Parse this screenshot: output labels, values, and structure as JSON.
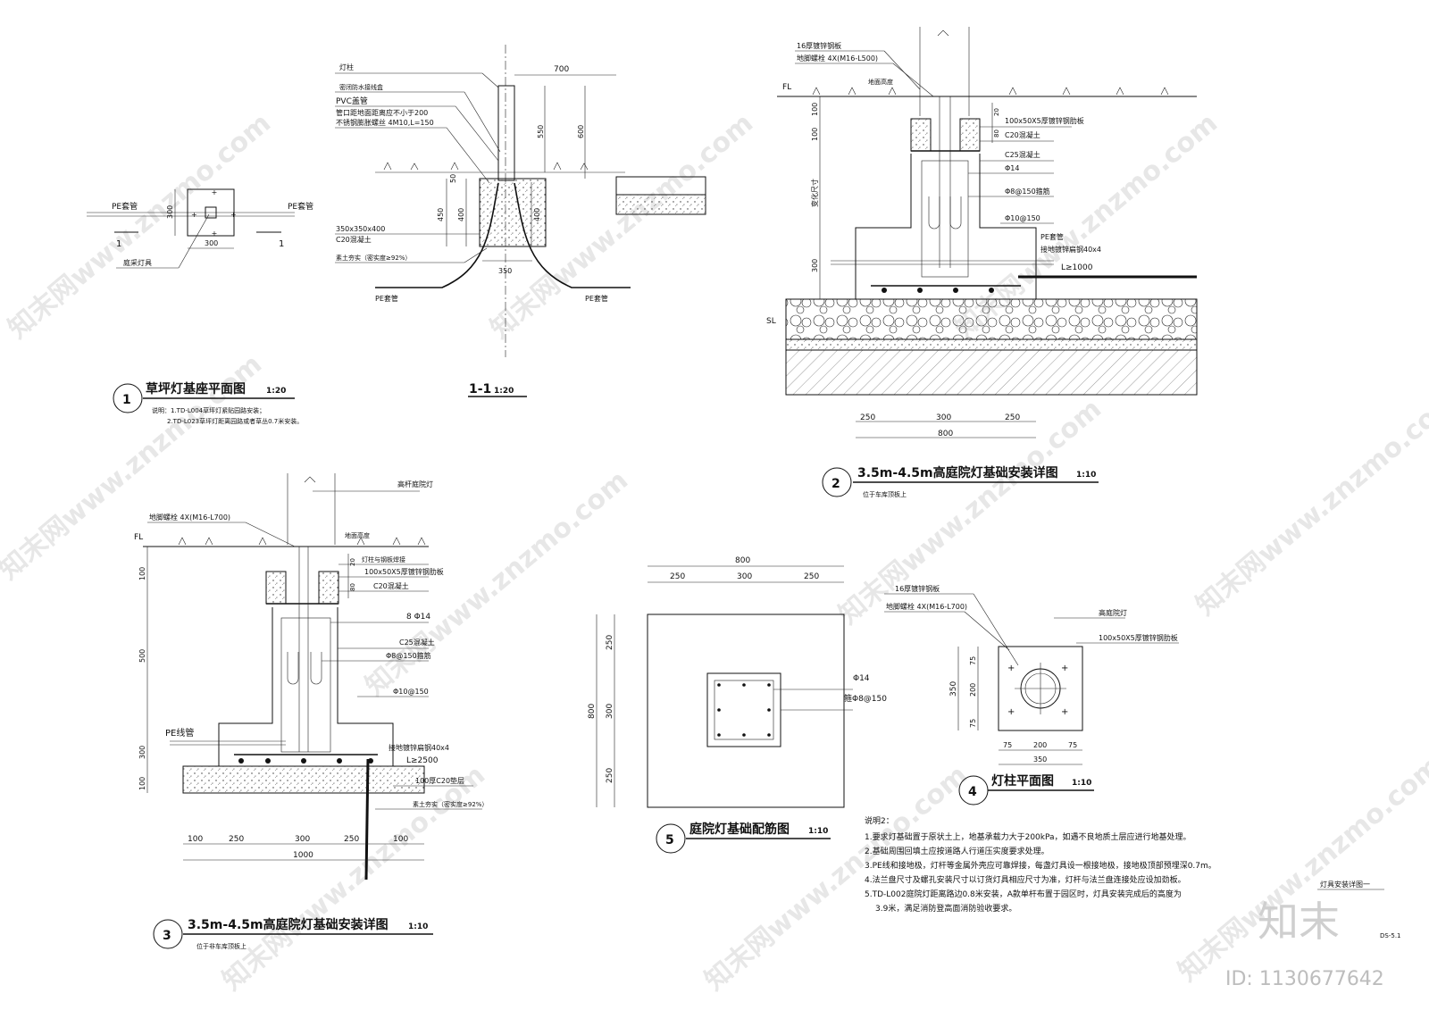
{
  "drawing": {
    "sheet_label": "灯具安装详图一",
    "sheet_no": "DS-5.1",
    "brand": "知末",
    "id_text": "ID: 1130677642",
    "watermark": "知末网www.znzmo.com"
  },
  "detail1": {
    "number": "1",
    "title": "草坪灯基座平面图",
    "scale": "1:20",
    "notes": [
      "说明：1.TD-L004草坪灯紧贴园路安装；",
      "2.TD-L023草坪灯距离园路或者草丛0.7米安装。"
    ],
    "labels": {
      "pe_left": "PE套管",
      "pe_right": "PE套管",
      "lamp": "庭采灯具",
      "dim_side": "300",
      "dim_bottom": "300",
      "section_left": "1",
      "section_right": "1"
    }
  },
  "detail_1_1": {
    "title": "1-1",
    "scale": "1:20",
    "labels": [
      "灯柱",
      "密闭防水接线盒",
      "PVC盖管",
      "管口距地面距离应不小于200",
      "不锈钢膨胀螺丝 4M10,L=150",
      "350x350x400",
      "C20混凝土",
      "素土夯实（密实度≥92%）",
      "PE套管",
      "PE套管"
    ],
    "dims": {
      "top": "700",
      "d550": "550",
      "d600": "600",
      "d50": "50",
      "d450": "450",
      "d400": "400",
      "d350": "350"
    }
  },
  "detail2": {
    "number": "2",
    "title": "3.5m-4.5m高庭院灯基础安装详图",
    "scale": "1:10",
    "sub": "位于车库顶板上",
    "labels": [
      "16厚镀锌钢板",
      "地脚螺栓 4X(M16-L500)",
      "地面高度",
      "100x50X5厚镀锌钢肋板",
      "C20混凝土",
      "C25混凝土",
      "Φ14",
      "Φ8@150箍筋",
      "Φ10@150",
      "PE套管",
      "接地镀锌扁钢40x4",
      "L≥1000"
    ],
    "level_fl": "FL",
    "level_sl": "SL",
    "dims_left": [
      "100",
      "变化尺寸",
      "300"
    ],
    "dims_right": [
      "20",
      "80"
    ],
    "dims_bottom": [
      "250",
      "300",
      "250",
      "800"
    ]
  },
  "detail3": {
    "number": "3",
    "title": "3.5m-4.5m高庭院灯基础安装详图",
    "scale": "1:10",
    "sub": "位于非车库顶板上",
    "labels": [
      "高杆庭院灯",
      "地脚螺栓 4X(M16-L700)",
      "地面高度",
      "灯柱与钢板焊接",
      "100x50X5厚镀锌钢肋板",
      "C20混凝土",
      "8 Φ14",
      "C25混凝土",
      "Φ8@150箍筋",
      "Φ10@150",
      "PE线管",
      "接地镀锌扁钢40x4",
      "L≥2500",
      "100厚C20垫层",
      "素土夯实（密实度≥92%）"
    ],
    "level_fl": "FL",
    "dims_left": [
      "100",
      "500",
      "300",
      "100"
    ],
    "dims_right": [
      "20",
      "80"
    ],
    "dims_bottom": [
      "100",
      "250",
      "300",
      "250",
      "100",
      "1000"
    ]
  },
  "detail4": {
    "number": "4",
    "title": "灯柱平面图",
    "scale": "1:10",
    "labels": [
      "16厚镀锌钢板",
      "地脚螺栓 4X(M16-L700)",
      "高庭院灯",
      "100x50X5厚镀锌钢肋板"
    ],
    "dims_left": [
      "350",
      "75",
      "200",
      "75"
    ],
    "dims_bottom": [
      "75",
      "200",
      "75",
      "350"
    ]
  },
  "detail5": {
    "number": "5",
    "title": "庭院灯基础配筋图",
    "scale": "1:10",
    "labels": [
      "Φ14",
      "箍Φ8@150"
    ],
    "dims_top": [
      "800",
      "250",
      "300",
      "250"
    ],
    "dims_left": [
      "800",
      "250",
      "300",
      "250"
    ]
  },
  "notes2": {
    "heading": "说明2：",
    "lines": [
      "1.要求灯基础置于原状土上，地基承载力大于200kPa，如遇不良地质土层应进行地基处理。",
      "2.基础周围回填土应按道路人行道压实度要求处理。",
      "3.PE线和接地极，灯杆等金属外壳应可靠焊接，每盏灯具设一根接地极，接地极顶部预埋深0.7m。",
      "4.法兰盘尺寸及螺孔安装尺寸以订货灯具相应尺寸为准，灯杆与法兰盘连接处应设加劲板。",
      "5.TD-L002庭院灯距离路边0.8米安装，A款单杆布置于园区时，灯具安装完成后的高度为",
      "3.9米，满足消防登高面消防验收要求。"
    ]
  }
}
